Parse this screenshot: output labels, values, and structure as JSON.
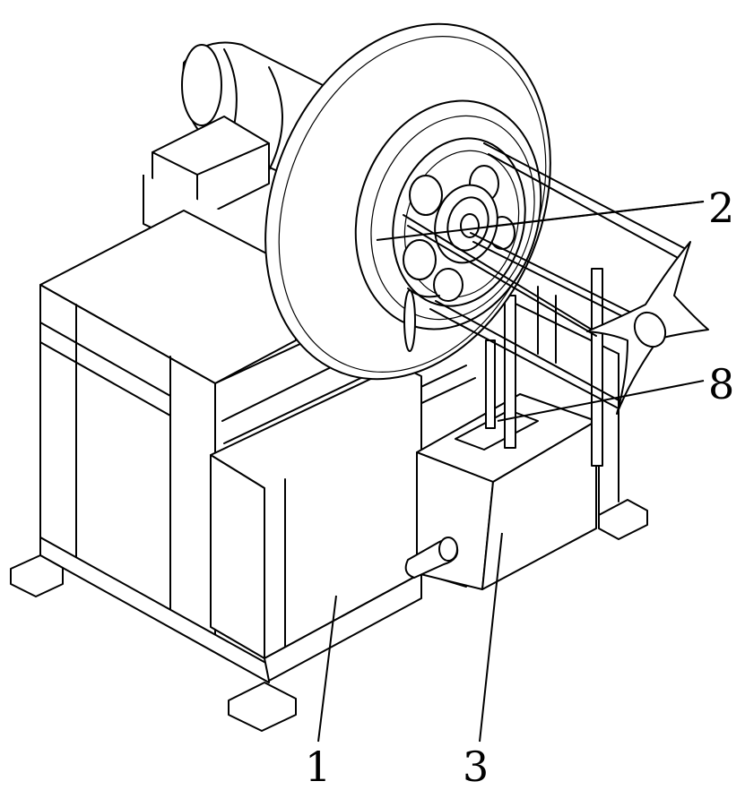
{
  "callouts": [
    {
      "id": "1",
      "label": "1"
    },
    {
      "id": "2",
      "label": "2"
    },
    {
      "id": "3",
      "label": "3"
    },
    {
      "id": "8",
      "label": "8"
    }
  ]
}
